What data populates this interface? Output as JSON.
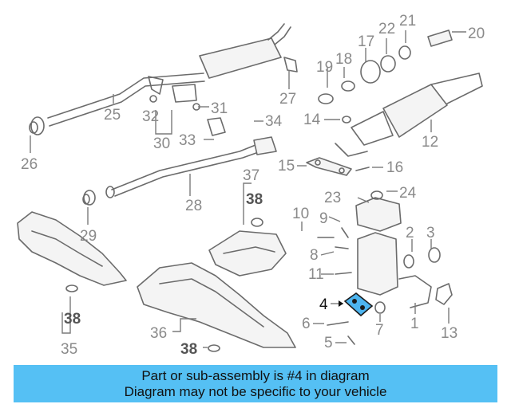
{
  "callouts": [
    "1",
    "2",
    "3",
    "4",
    "5",
    "6",
    "7",
    "8",
    "9",
    "10",
    "11",
    "12",
    "13",
    "14",
    "15",
    "16",
    "17",
    "18",
    "19",
    "20",
    "21",
    "22",
    "23",
    "24",
    "25",
    "26",
    "27",
    "28",
    "29",
    "30",
    "31",
    "32",
    "33",
    "34",
    "35",
    "36",
    "37",
    "38"
  ],
  "highlight_part": "4",
  "banner": {
    "line1": "Part or sub-assembly is #4 in diagram",
    "line2": "Diagram may not be specific to your vehicle"
  },
  "colors": {
    "highlight": "#4db5f0",
    "banner": "#55c0f4",
    "line": "#6b6b6b"
  }
}
